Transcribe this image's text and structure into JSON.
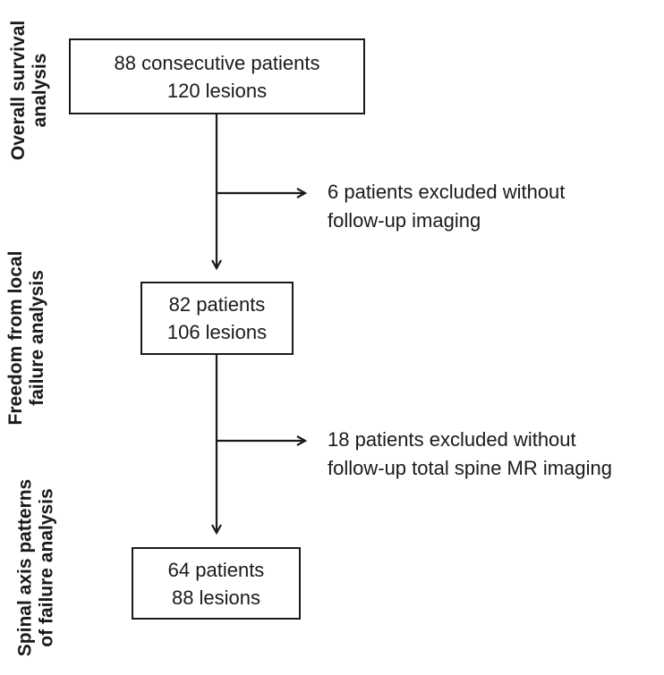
{
  "stages": [
    {
      "side_label": [
        "Overall survival",
        "analysis"
      ],
      "box": [
        "88 consecutive patients",
        "120 lesions"
      ]
    },
    {
      "side_label": [
        "Freedom from local",
        "failure analysis"
      ],
      "box": [
        "82 patients",
        "106 lesions"
      ]
    },
    {
      "side_label": [
        "Spinal axis patterns",
        "of failure analysis"
      ],
      "box": [
        "64 patients",
        "88 lesions"
      ]
    }
  ],
  "exclusions": [
    [
      "6 patients excluded without",
      "follow-up imaging"
    ],
    [
      "18 patients excluded without",
      "follow-up total spine MR imaging"
    ]
  ],
  "colors": {
    "line": "#1a1a1a",
    "text": "#1a1a1a",
    "background": "#ffffff"
  }
}
